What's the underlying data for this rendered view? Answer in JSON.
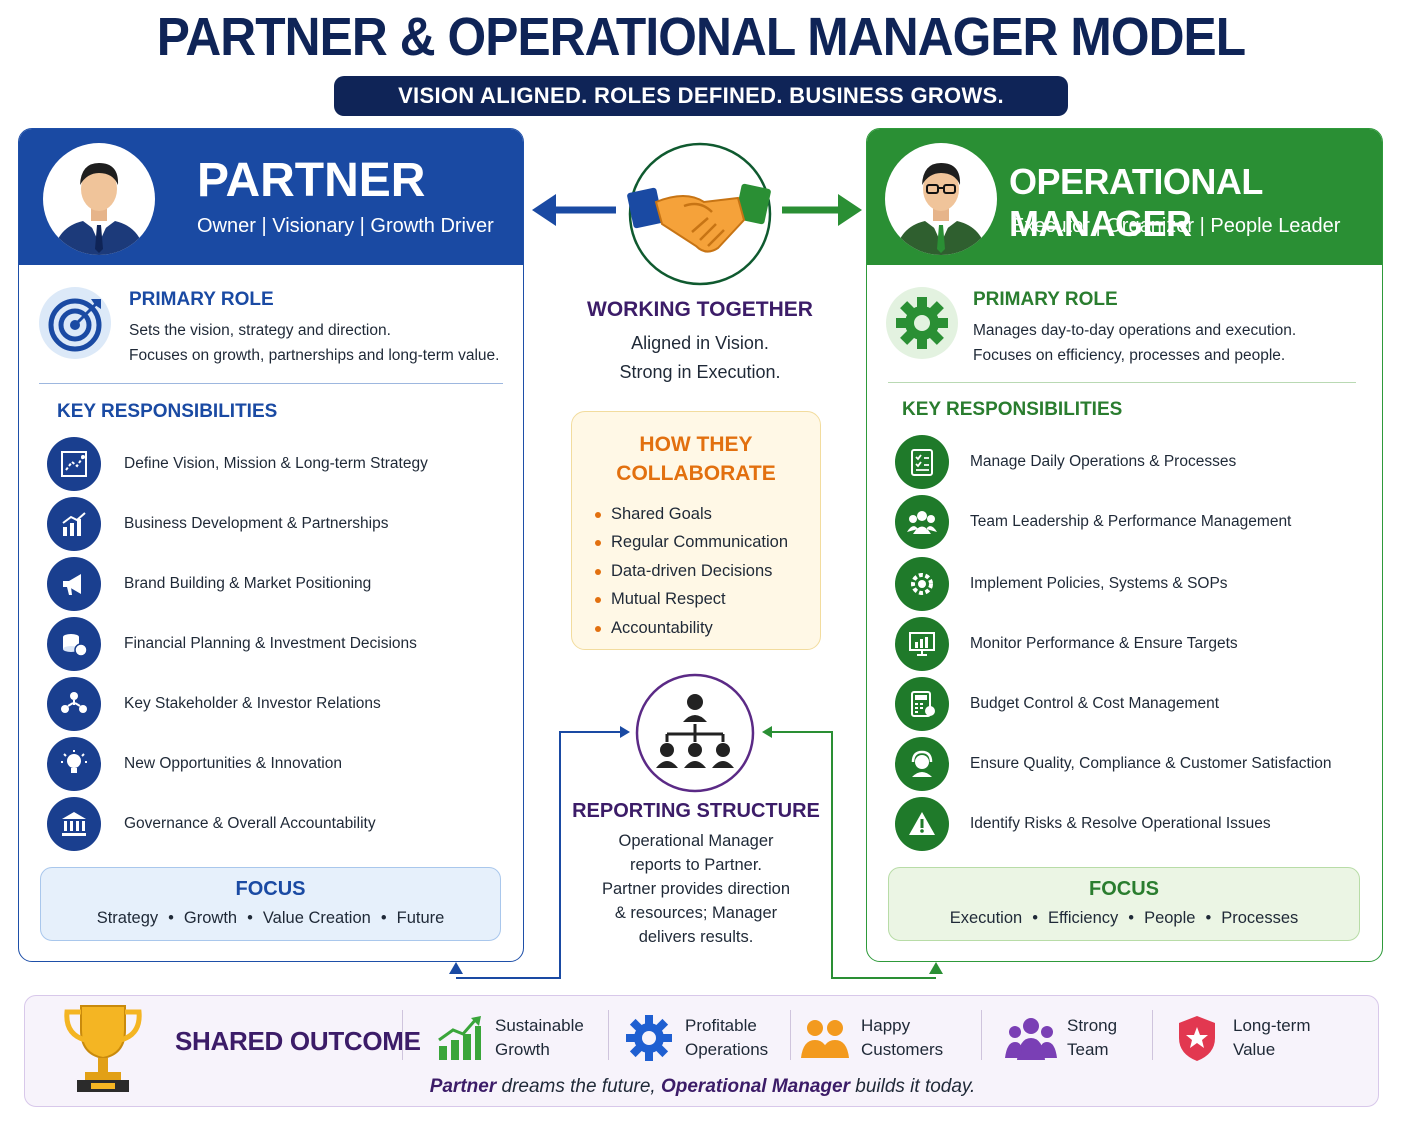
{
  "title": "PARTNER & OPERATIONAL MANAGER MODEL",
  "tagline": "VISION ALIGNED. ROLES DEFINED. BUSINESS GROWS.",
  "colors": {
    "navy": "#0f2457",
    "partner_blue": "#1a4aa3",
    "manager_green": "#2a8f34",
    "purple": "#3c1c68",
    "orange": "#e2700f"
  },
  "partner": {
    "title": "PARTNER",
    "subtitle": "Owner | Visionary | Growth Driver",
    "primary_role_title": "PRIMARY ROLE",
    "primary_role_line1": "Sets the vision, strategy and direction.",
    "primary_role_line2": "Focuses on growth, partnerships and long-term value.",
    "responsibilities_title": "KEY RESPONSIBILITIES",
    "responsibilities": [
      {
        "icon": "strategy-map-icon",
        "label": "Define Vision, Mission & Long-term Strategy"
      },
      {
        "icon": "growth-chart-icon",
        "label": "Business Development & Partnerships"
      },
      {
        "icon": "megaphone-icon",
        "label": "Brand Building & Market Positioning"
      },
      {
        "icon": "coins-icon",
        "label": "Financial Planning & Investment Decisions"
      },
      {
        "icon": "stakeholder-network-icon",
        "label": "Key Stakeholder & Investor Relations"
      },
      {
        "icon": "lightbulb-icon",
        "label": "New Opportunities & Innovation"
      },
      {
        "icon": "bank-icon",
        "label": "Governance & Overall Accountability"
      }
    ],
    "focus_title": "FOCUS",
    "focus_items": [
      "Strategy",
      "Growth",
      "Value Creation",
      "Future"
    ]
  },
  "manager": {
    "title": "OPERATIONAL MANAGER",
    "subtitle": "Executor | Organizer | People Leader",
    "primary_role_title": "PRIMARY ROLE",
    "primary_role_line1": "Manages day-to-day operations and execution.",
    "primary_role_line2": "Focuses on efficiency, processes and people.",
    "responsibilities_title": "KEY RESPONSIBILITIES",
    "responsibilities": [
      {
        "icon": "checklist-icon",
        "label": "Manage Daily Operations & Processes"
      },
      {
        "icon": "team-icon",
        "label": "Team Leadership & Performance Management"
      },
      {
        "icon": "gear-icon",
        "label": "Implement Policies, Systems & SOPs"
      },
      {
        "icon": "monitor-chart-icon",
        "label": "Monitor Performance & Ensure Targets"
      },
      {
        "icon": "budget-calculator-icon",
        "label": "Budget Control & Cost Management"
      },
      {
        "icon": "customer-support-icon",
        "label": "Ensure Quality, Compliance & Customer Satisfaction"
      },
      {
        "icon": "warning-icon",
        "label": "Identify Risks & Resolve Operational Issues"
      }
    ],
    "focus_title": "FOCUS",
    "focus_items": [
      "Execution",
      "Efficiency",
      "People",
      "Processes"
    ]
  },
  "center": {
    "working_title": "WORKING TOGETHER",
    "working_line1": "Aligned in Vision.",
    "working_line2": "Strong in Execution.",
    "collab_title_line1": "HOW THEY",
    "collab_title_line2": "COLLABORATE",
    "collab_items": [
      "Shared Goals",
      "Regular Communication",
      "Data-driven Decisions",
      "Mutual Respect",
      "Accountability"
    ],
    "reporting_title": "REPORTING STRUCTURE",
    "reporting_lines": [
      "Operational Manager",
      "reports to Partner.",
      "Partner provides direction",
      "& resources; Manager",
      "delivers results."
    ]
  },
  "outcome": {
    "title": "SHARED OUTCOME",
    "items": [
      {
        "icon": "growth-bars-icon",
        "label": "Sustainable\nGrowth"
      },
      {
        "icon": "gear-icon",
        "label": "Profitable\nOperations"
      },
      {
        "icon": "people-icon",
        "label": "Happy\nCustomers"
      },
      {
        "icon": "team-icon",
        "label": "Strong\nTeam"
      },
      {
        "icon": "shield-star-icon",
        "label": "Long-term\nValue"
      }
    ],
    "quote_part1": "Partner",
    "quote_part2": " dreams the future, ",
    "quote_part3": "Operational Manager",
    "quote_part4": " builds it today."
  }
}
